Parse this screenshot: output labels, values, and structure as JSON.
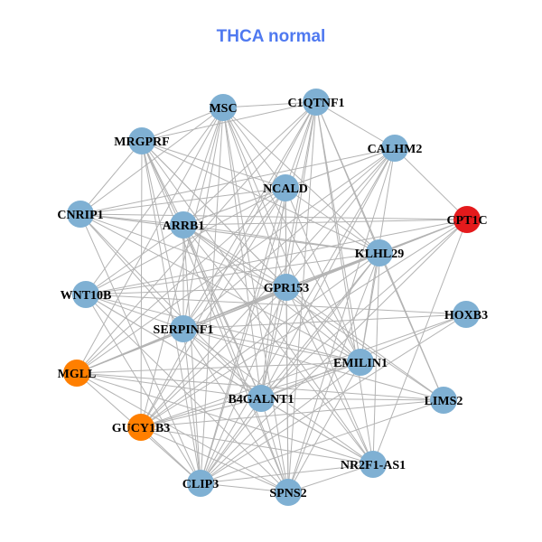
{
  "title": "THCA normal",
  "colors": {
    "edge": "#b3b3b3",
    "default": "#7fb0d3",
    "red": "#e41a1c",
    "orange": "#ff7f00",
    "title": "#4f79f0"
  },
  "nodes": [
    {
      "label": "MSC",
      "color": "default"
    },
    {
      "label": "C1QTNF1",
      "color": "default"
    },
    {
      "label": "MRGPRF",
      "color": "default"
    },
    {
      "label": "CALHM2",
      "color": "default"
    },
    {
      "label": "NCALD",
      "color": "default"
    },
    {
      "label": "CNRIP1",
      "color": "default"
    },
    {
      "label": "ARRB1",
      "color": "default"
    },
    {
      "label": "CPT1C",
      "color": "red"
    },
    {
      "label": "KLHL29",
      "color": "default"
    },
    {
      "label": "GPR153",
      "color": "default"
    },
    {
      "label": "WNT10B",
      "color": "default"
    },
    {
      "label": "HOXB3",
      "color": "default"
    },
    {
      "label": "SERPINF1",
      "color": "default"
    },
    {
      "label": "EMILIN1",
      "color": "default"
    },
    {
      "label": "MGLL",
      "color": "orange"
    },
    {
      "label": "LIMS2",
      "color": "default"
    },
    {
      "label": "B4GALNT1",
      "color": "default"
    },
    {
      "label": "GUCY1B3",
      "color": "orange"
    },
    {
      "label": "NR2F1-AS1",
      "color": "default"
    },
    {
      "label": "CLIP3",
      "color": "default"
    },
    {
      "label": "SPNS2",
      "color": "default"
    }
  ],
  "adjacency": {
    "0": [
      1,
      2,
      4,
      5,
      6,
      8,
      9,
      10,
      12,
      13,
      14,
      16,
      17,
      18,
      19,
      20
    ],
    "1": [
      2,
      3,
      4,
      6,
      8,
      9,
      12,
      13,
      14,
      15,
      16,
      17,
      18,
      19,
      20
    ],
    "2": [
      4,
      5,
      6,
      8,
      9,
      12,
      13,
      16,
      17,
      18,
      19,
      20
    ],
    "3": [
      4,
      5,
      6,
      7,
      9,
      12,
      13,
      14,
      16,
      17,
      19,
      20
    ],
    "4": [
      5,
      6,
      8,
      9,
      10,
      12,
      13,
      14,
      16,
      17,
      19,
      20
    ],
    "5": [
      6,
      7,
      8,
      9,
      12,
      13,
      16,
      19
    ],
    "6": [
      7,
      8,
      9,
      10,
      12,
      13,
      15,
      16,
      18,
      19,
      20
    ],
    "7": [
      9,
      10,
      12,
      14,
      16,
      17,
      18,
      19
    ],
    "8": [
      9,
      10,
      12,
      13,
      14,
      15,
      16,
      17,
      18,
      19,
      20
    ],
    "9": [
      10,
      12,
      13,
      14,
      15,
      16,
      17,
      18,
      19,
      20
    ],
    "10": [
      11,
      12,
      13,
      16,
      18,
      19,
      20
    ],
    "11": [
      12,
      16,
      17,
      19
    ],
    "12": [
      13,
      14,
      15,
      16,
      18,
      19,
      20
    ],
    "13": [
      14,
      16,
      17,
      19,
      20
    ],
    "14": [
      15,
      16,
      18,
      19,
      20
    ],
    "15": [
      16,
      17,
      19
    ],
    "16": [
      17,
      18,
      19,
      20
    ],
    "17": [
      18,
      19,
      20
    ],
    "18": [
      19,
      20
    ],
    "19": [
      20
    ]
  }
}
